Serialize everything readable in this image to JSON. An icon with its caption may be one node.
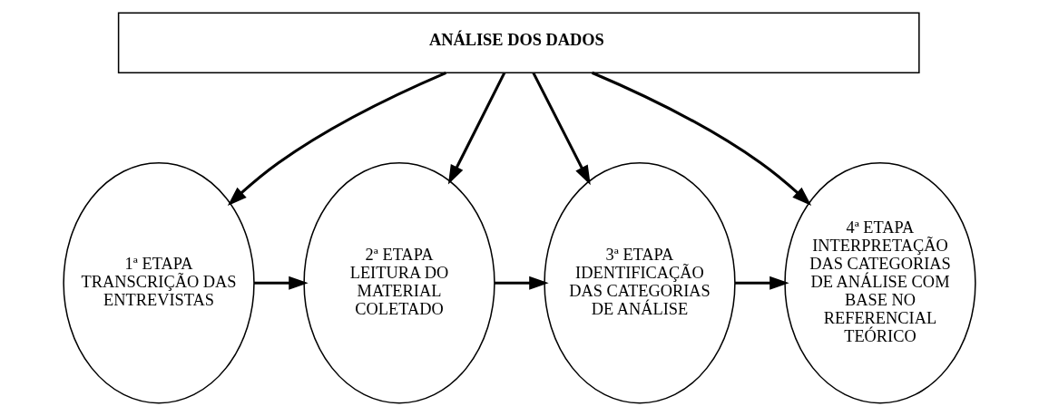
{
  "diagram": {
    "nodes": [
      {
        "text": [
          "ANÁLISE DOS DADOS"
        ]
      },
      {
        "text": [
          "1ª ETAPA",
          "TRANSCRIÇÃO DAS ENTREVISTAS"
        ]
      },
      {
        "text": [
          "2ª ETAPA",
          "LEITURA DO MATERIAL COLETADO"
        ]
      },
      {
        "text": [
          "3ª ETAPA",
          "IDENTIFICAÇÃO DAS CATEGORIAS DE ANÁLISE"
        ]
      },
      {
        "text": [
          "4ª ETAPA",
          "INTERPRETAÇÃO DAS CATEGORIAS DE ANÁLISE COM BASE NO REFERENCIAL TEÓRICO"
        ]
      }
    ],
    "edges": [
      {
        "from": 0,
        "to": 1,
        "arrow": "to"
      },
      {
        "from": 0,
        "to": 2,
        "arrow": "to"
      },
      {
        "from": 0,
        "to": 3,
        "arrow": "to"
      },
      {
        "from": 0,
        "to": 4,
        "arrow": "to"
      },
      {
        "from": 1,
        "to": 2,
        "arrow": "to"
      },
      {
        "from": 2,
        "to": 3,
        "arrow": "to"
      },
      {
        "from": 3,
        "to": 4,
        "arrow": "to"
      }
    ]
  }
}
